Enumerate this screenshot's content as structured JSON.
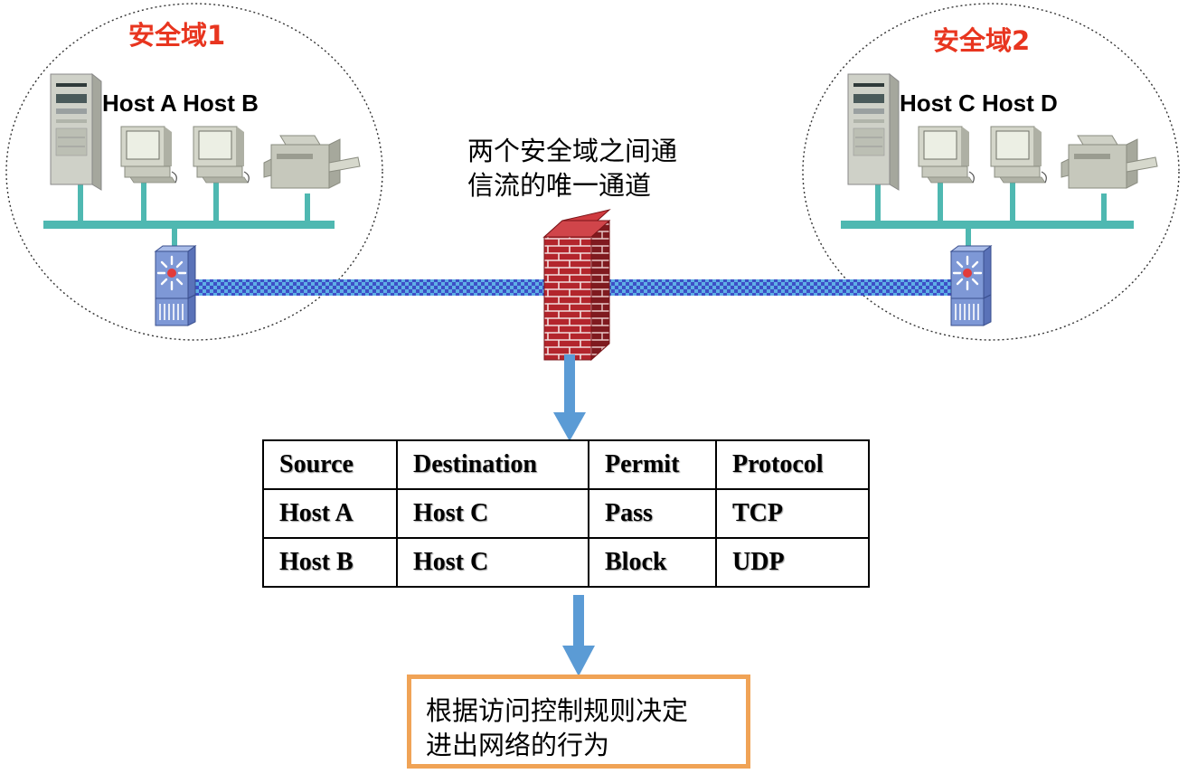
{
  "zones": [
    {
      "title": "安全域1",
      "hosts_label": "Host A Host B"
    },
    {
      "title": "安全域2",
      "hosts_label": "Host C Host D"
    }
  ],
  "firewall_note": {
    "line1": "两个安全域之间通",
    "line2": "信流的唯一通道"
  },
  "rule_table": {
    "headers": [
      "Source",
      "Destination",
      "Permit",
      "Protocol"
    ],
    "rows": [
      [
        "Host A",
        "Host C",
        "Pass",
        "TCP"
      ],
      [
        "Host B",
        "Host C",
        "Block",
        "UDP"
      ]
    ]
  },
  "decision": {
    "line1": "根据访问控制规则决定",
    "line2": "进出网络的行为"
  },
  "colors": {
    "zone_title": "#e8351f",
    "lan_bar": "#4fb8b1",
    "backbone": "#4a58c8",
    "arrow": "#5b9bd5",
    "decision_border": "#f0a356",
    "firewall_brick": "#a8232a"
  }
}
